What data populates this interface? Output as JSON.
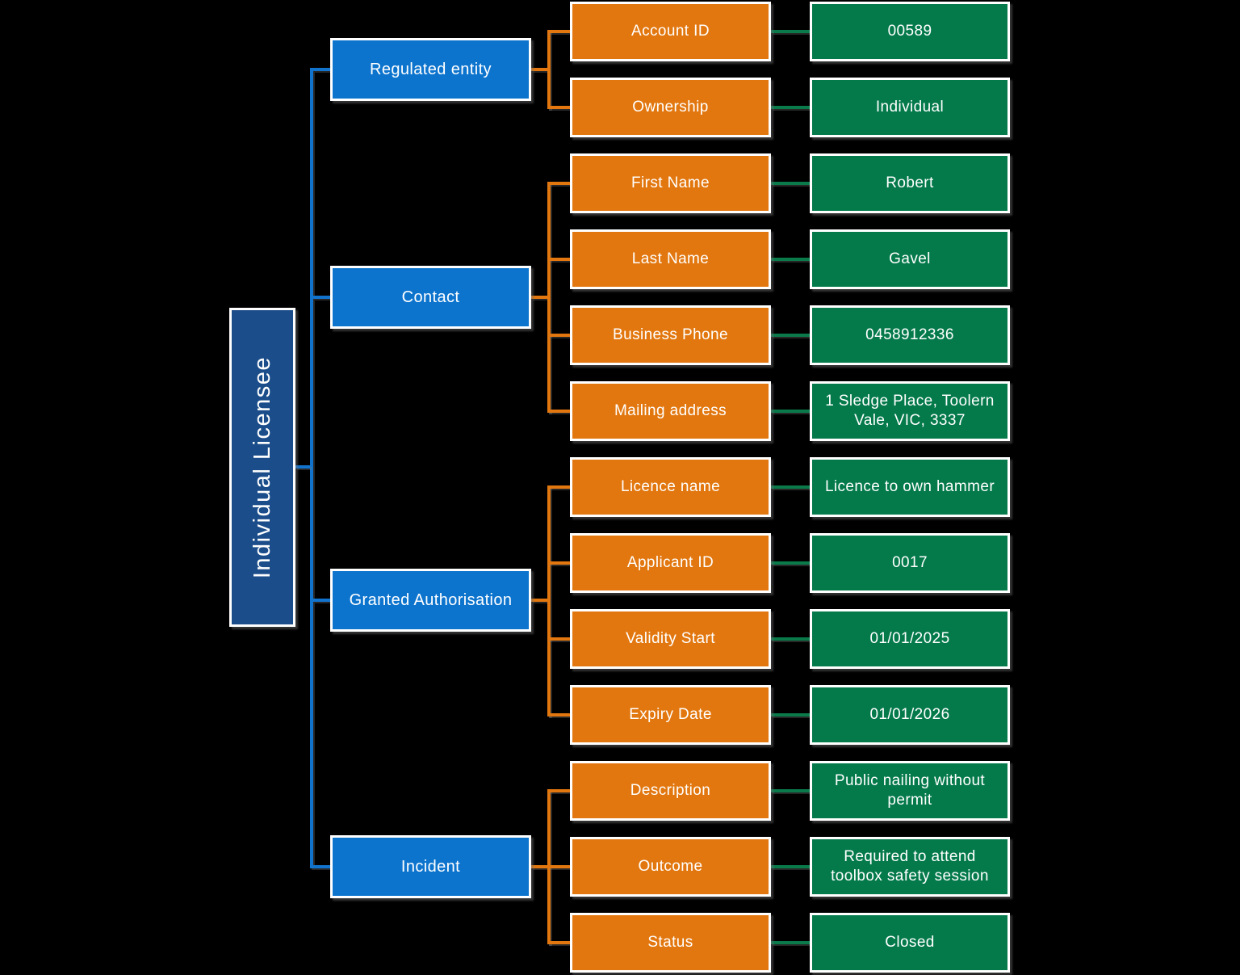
{
  "root": {
    "label": "Individual Licensee"
  },
  "groups": [
    {
      "label": "Regulated entity",
      "rows": [
        {
          "label": "Account ID",
          "value": "00589"
        },
        {
          "label": "Ownership",
          "value": "Individual"
        }
      ]
    },
    {
      "label": "Contact",
      "rows": [
        {
          "label": "First Name",
          "value": "Robert"
        },
        {
          "label": "Last Name",
          "value": "Gavel"
        },
        {
          "label": "Business Phone",
          "value": "0458912336"
        },
        {
          "label": "Mailing address",
          "value": "1 Sledge Place, Toolern Vale, VIC, 3337"
        }
      ]
    },
    {
      "label": "Granted Authorisation",
      "rows": [
        {
          "label": "Licence name",
          "value": "Licence to own hammer"
        },
        {
          "label": "Applicant ID",
          "value": "0017"
        },
        {
          "label": "Validity Start",
          "value": "01/01/2025"
        },
        {
          "label": "Expiry Date",
          "value": "01/01/2026"
        }
      ]
    },
    {
      "label": "Incident",
      "rows": [
        {
          "label": "Description",
          "value": "Public nailing without permit"
        },
        {
          "label": "Outcome",
          "value": "Required to attend toolbox safety session"
        },
        {
          "label": "Status",
          "value": "Closed"
        }
      ]
    }
  ],
  "colors": {
    "background": "#000000",
    "root_fill": "#1b4d8a",
    "category_fill": "#0d74ce",
    "field_fill": "#e2770f",
    "value_fill": "#047a4b",
    "connector_blue": "#1273cd",
    "connector_orange": "#e2770f",
    "connector_green": "#0a7a4b",
    "box_border": "#ffffff",
    "text": "#ffffff"
  }
}
